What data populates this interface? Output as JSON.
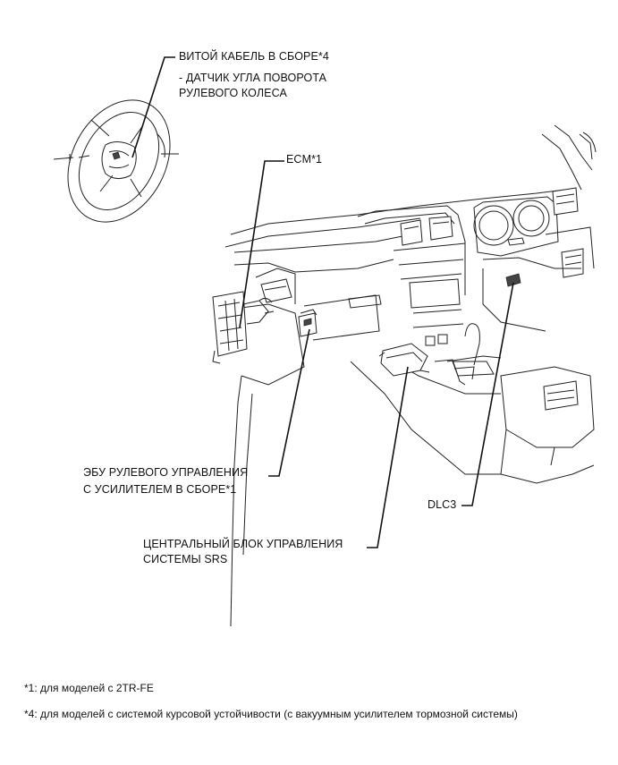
{
  "callouts": {
    "spiral_cable": {
      "line1": "ВИТОЙ КАБЕЛЬ В СБОРЕ*4",
      "line2": "- ДАТЧИК УГЛА ПОВОРОТА",
      "line3": "РУЛЕВОГО КОЛЕСА"
    },
    "ecm": {
      "line1": "ECM*1"
    },
    "eps_ecu": {
      "line1": "ЭБУ РУЛЕВОГО УПРАВЛЕНИЯ",
      "line2": "С УСИЛИТЕЛЕМ В СБОРЕ*1"
    },
    "dlc3": {
      "line1": "DLC3"
    },
    "srs": {
      "line1": "ЦЕНТРАЛЬНЫЙ БЛОК УПРАВЛЕНИЯ",
      "line2": "СИСТЕМЫ SRS"
    }
  },
  "footnotes": [
    "*1: для моделей с 2TR-FE",
    "*4: для моделей с системой курсовой устойчивости (с вакуумным усилителем тормозной системы)"
  ]
}
